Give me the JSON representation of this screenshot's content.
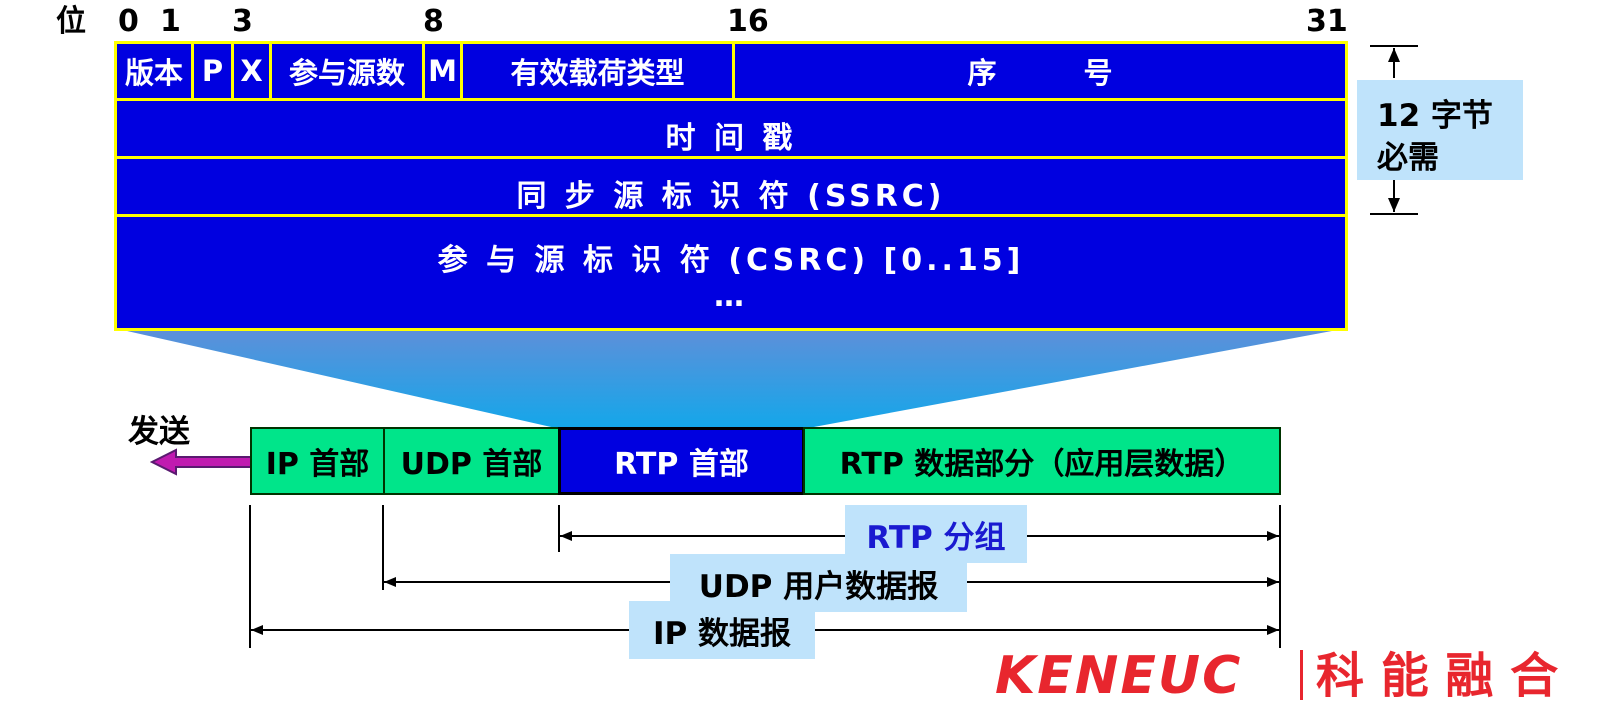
{
  "bit_label": "位",
  "bit_numbers": [
    "0",
    "1",
    "3",
    "8",
    "16",
    "31"
  ],
  "header_fields_row1": {
    "version": "版本",
    "p": "P",
    "x": "X",
    "csrc_count": "参与源数",
    "m": "M",
    "payload_type": "有效载荷类型",
    "sequence": "序　　　号"
  },
  "row2_timestamp": "时 间 戳",
  "row3_ssrc": "同 步 源 标 识 符 (SSRC)",
  "row4_csrc": "参 与 源 标 识 符 (CSRC) [0..15]",
  "row4_ellipsis": "…",
  "required_label_line1": "12 字节",
  "required_label_line2": "必需",
  "send_label": "发送",
  "packet_segments": {
    "ip_header": "IP 首部",
    "udp_header": "UDP 首部",
    "rtp_header": "RTP 首部",
    "rtp_data": "RTP 数据部分（应用层数据）"
  },
  "span_labels": {
    "rtp_packet": "RTP 分组",
    "udp_datagram": "UDP 用户数据报",
    "ip_datagram": "IP 数据报"
  },
  "brand": {
    "latin": "KENEUC",
    "chinese": "科 能 融 合"
  },
  "colors": {
    "header_blue": "#0000e0",
    "field_border_yellow": "#ffff00",
    "segment_green": "#00e58a",
    "label_bg": "#bfe3fb",
    "rtp_packet_text": "#1a1ad0",
    "send_arrow": "#c01bb0",
    "brand_red": "#e8262e"
  }
}
